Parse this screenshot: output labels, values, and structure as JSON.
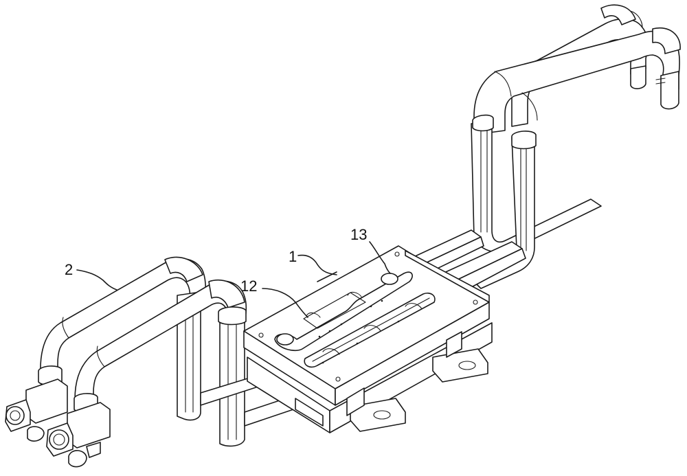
{
  "labels": {
    "l1": "1",
    "l2": "2",
    "l12": "12",
    "l13": "13"
  }
}
